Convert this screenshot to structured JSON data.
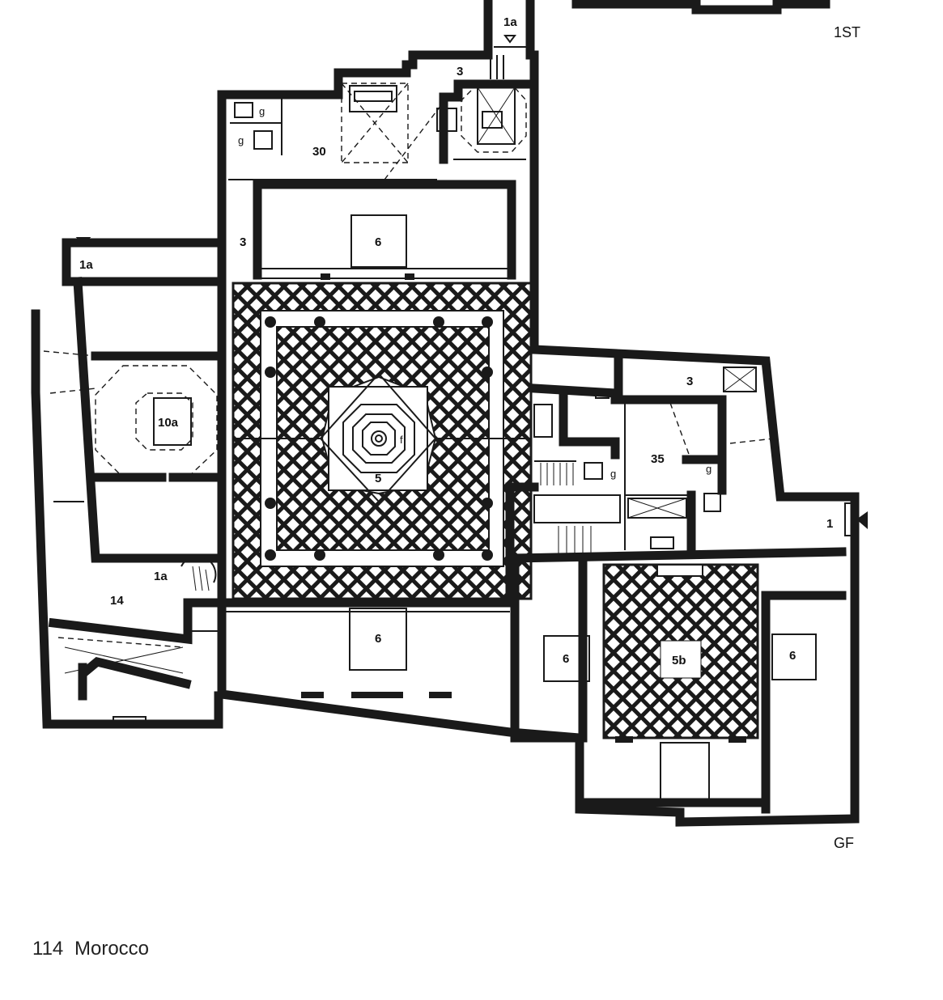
{
  "floor_labels": {
    "first": "1ST",
    "ground": "GF"
  },
  "rooms": {
    "r1a_top": "1a",
    "r3_top": "3",
    "r30": "30",
    "r3_left": "3",
    "r6_north": "6",
    "r1a_left": "1a",
    "r10a": "10a",
    "r5": "5",
    "r3_right": "3",
    "r35": "35",
    "r1": "1",
    "r1a_stair": "1a",
    "r14": "14",
    "r6_south": "6",
    "r6_west_5b": "6",
    "r5b": "5b",
    "r6_east_5b": "6"
  },
  "fixtures": {
    "g1": "g",
    "g2": "g",
    "g3": "g",
    "g4": "g",
    "fountain": "f"
  },
  "footer": {
    "page_number": "114",
    "country": "Morocco"
  }
}
